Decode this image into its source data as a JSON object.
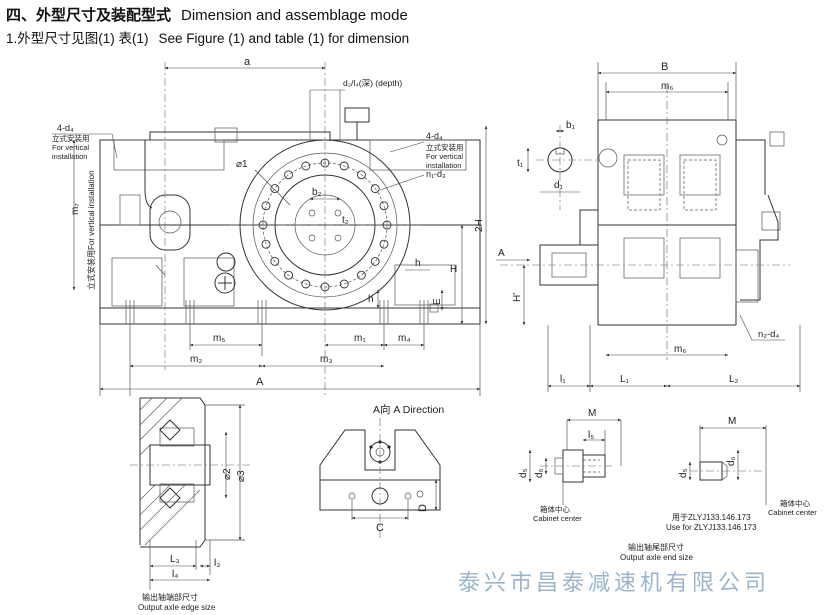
{
  "header": {
    "title_cn": "四、外型尺寸及装配型式",
    "title_en": "Dimension and assemblage mode",
    "subtitle_cn": "1.外型尺寸见图(1) 表(1)",
    "subtitle_en": "See Figure (1) and table (1) for dimension"
  },
  "front_view": {
    "dim_a": "a",
    "dim_d2": "d₂/l₄(深) (depth)",
    "vert_install_left_count": "4-d₄",
    "vert_install_left_cn": "立式安装用",
    "vert_install_left_en1": "For vertical",
    "vert_install_left_en2": "installation",
    "vert_install_right_count": "4-d₄",
    "vert_install_right_cn": "立式安装用",
    "vert_install_right_en1": "For vertical",
    "vert_install_right_en2": "installation",
    "n1d3": "n₁-d₃",
    "phi1": "⌀1",
    "b2": "b₂",
    "t2": "t₂",
    "m7_label": "m₇",
    "side_vertical_text": "立式安装用For vertical installation",
    "dim_2H": "2H",
    "dim_H": "H",
    "dim_h_top": "h",
    "dim_h_bot": "h",
    "dim_E": "E",
    "dim_m5": "m₅",
    "dim_m1": "m₁",
    "dim_m4": "m₄",
    "dim_m2": "m₂",
    "dim_m3": "m₃",
    "dim_A": "A"
  },
  "side_view": {
    "dim_B": "B",
    "dim_m6_top": "m₆",
    "dim_b1": "b₁",
    "dim_t1": "t₁",
    "dim_d1": "d₁",
    "dim_A_arrow": "A",
    "dim_H_prime": "H'",
    "n2d4": "n₂-d₄",
    "dim_m6_bot": "m₆",
    "dim_l1": "l₁",
    "dim_L1": "L₁",
    "dim_L2": "L₂"
  },
  "axle_detail": {
    "phi2": "⌀2",
    "phi3": "⌀3",
    "l3": "L₃",
    "l3b": "l₃",
    "l4": "l₄",
    "caption_cn": "输出轴端部尺寸",
    "caption_en": "Output axle edge size"
  },
  "a_direction": {
    "label": "A向 A Direction",
    "dim_C": "C",
    "dim_D": "D"
  },
  "end_detail_1": {
    "dim_M": "M",
    "dim_l5": "l₅",
    "dim_d5": "d₅",
    "dim_d6": "d₆",
    "cabinet_cn": "箱体中心",
    "cabinet_en": "Cabinet center",
    "for_cn": "用于ZLYJ133.146.173",
    "for_en": "Use for ZLYJ133.146.173"
  },
  "end_detail_2": {
    "dim_M": "M",
    "dim_d5": "d₅",
    "dim_d6": "d₆",
    "cabinet_cn": "箱体中心",
    "cabinet_en": "Cabinet center"
  },
  "end_caption": {
    "cn": "输出轴尾部尺寸",
    "en": "Output axle end  size"
  },
  "watermark": "泰兴市昌泰减速机有限公司"
}
